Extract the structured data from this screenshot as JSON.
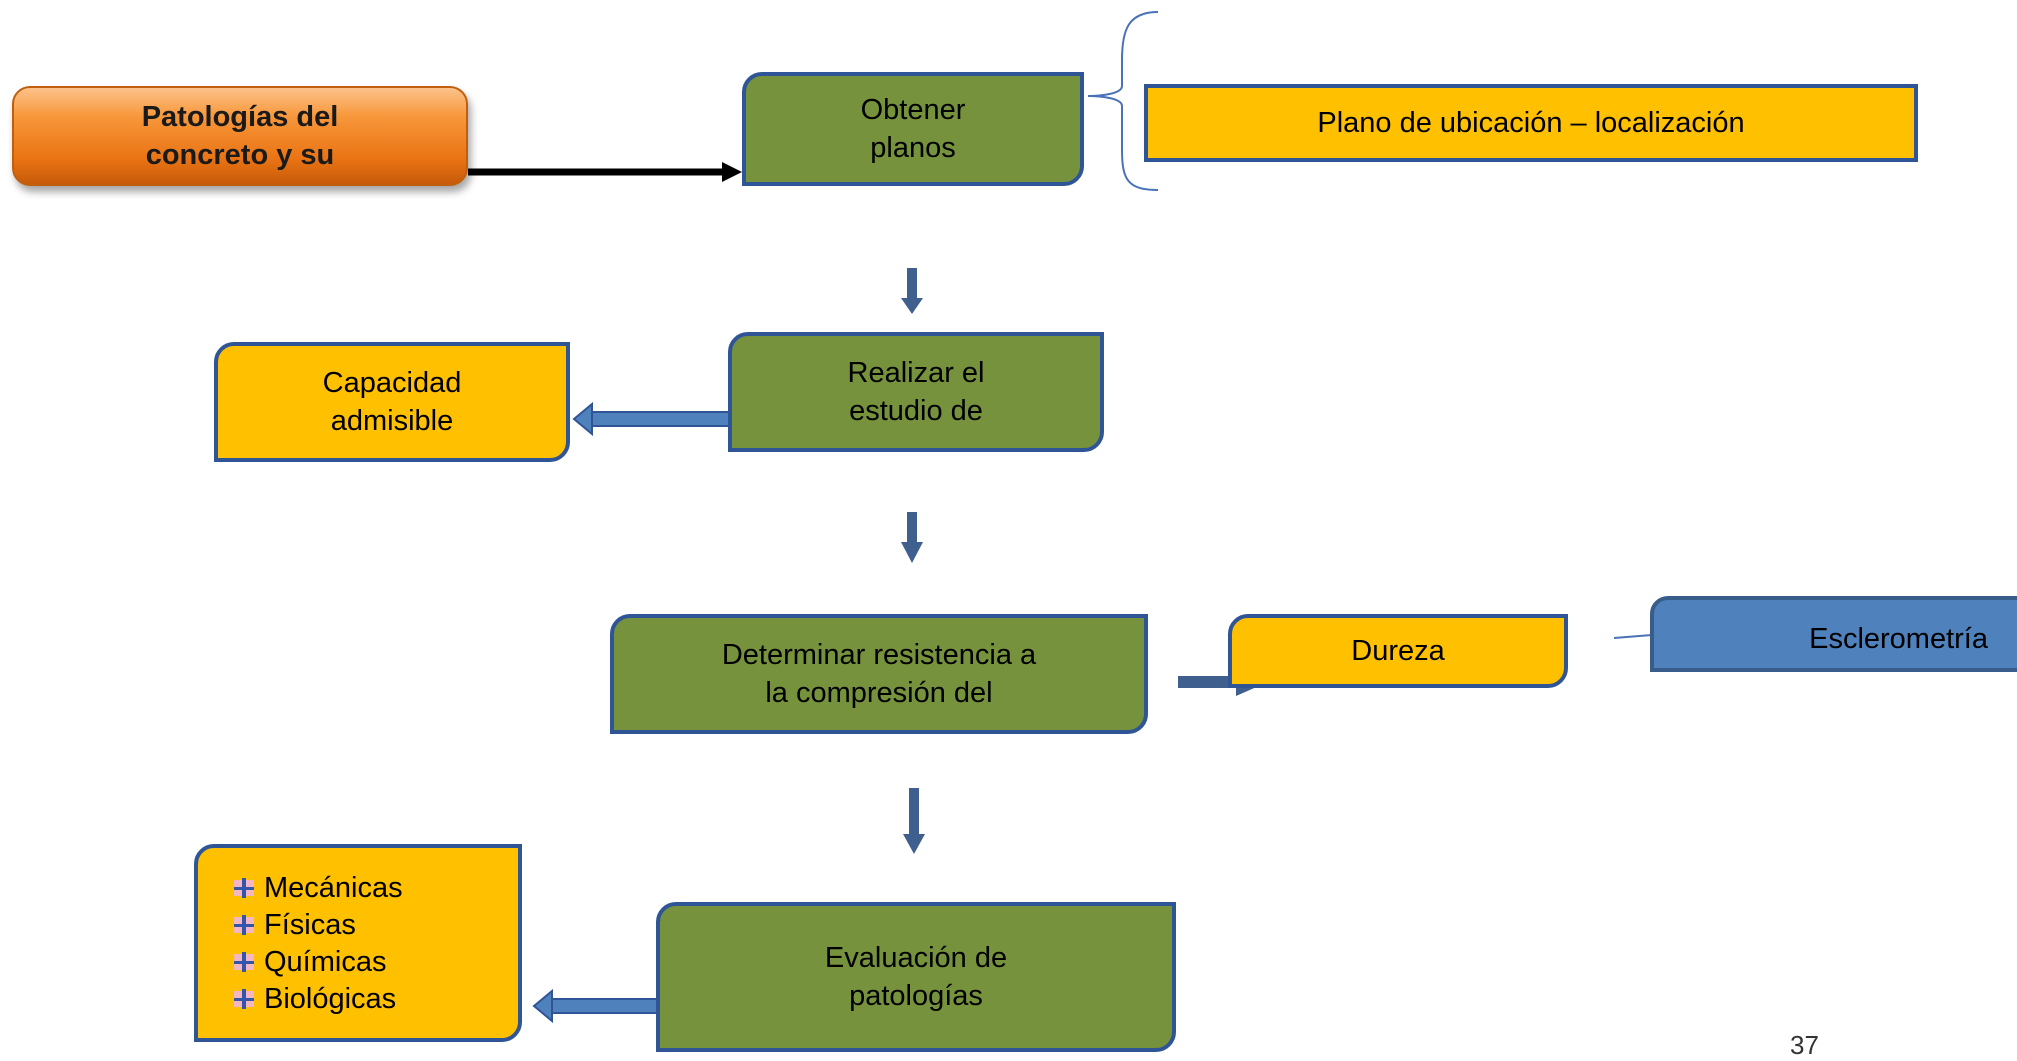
{
  "diagram": {
    "start": "Patologías del\nconcreto y su",
    "step1": "Obtener\nplanos",
    "plano": "Plano de ubicación – localización",
    "step2": "Realizar el\nestudio de",
    "capacidad": "Capacidad\nadmisible",
    "step3": "Determinar resistencia a\nla compresión del",
    "dureza": "Dureza",
    "esclerometria": "Esclerometría",
    "step4": "Evaluación de\npatologías",
    "patologias": [
      "Mecánicas",
      "Físicas",
      "Químicas",
      "Biológicas"
    ],
    "page_number": "37"
  },
  "colors": {
    "process_green": "#76923c",
    "detail_yellow": "#ffc000",
    "method_blue": "#4f81bd",
    "start_orange": "#f7973a",
    "arrow_blue": "#3f5f8f"
  }
}
